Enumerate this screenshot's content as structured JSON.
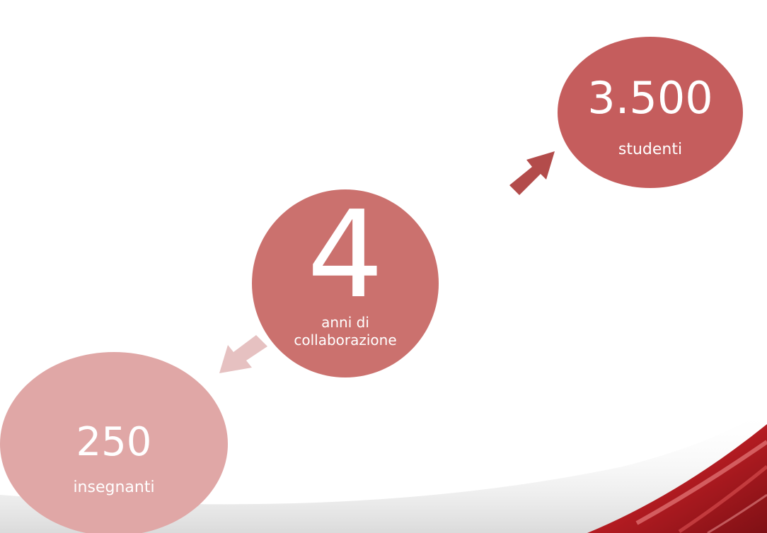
{
  "nodes": {
    "top": {
      "value": "3.500",
      "label": "studenti",
      "color": "#c55d5d"
    },
    "center": {
      "value": "4",
      "label_line1": "anni di",
      "label_line2": "collaborazione",
      "color": "#cb716e"
    },
    "bottom": {
      "value": "250",
      "label": "insegnanti",
      "color": "#e0a7a6"
    }
  },
  "arrows": {
    "to_top": {
      "direction": "up-right",
      "color": "#b34c4b"
    },
    "to_bottom": {
      "direction": "down-left",
      "color": "#e6c1c1"
    }
  },
  "decoration": {
    "corner_swoosh_color": "#c81e24"
  }
}
